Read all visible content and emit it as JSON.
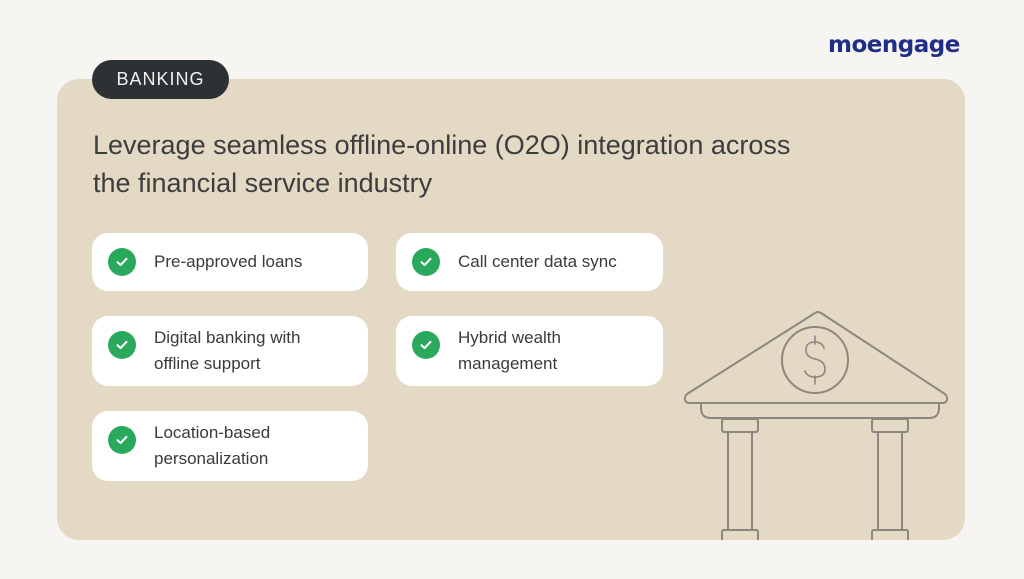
{
  "brand": {
    "logo_text": "moengage",
    "logo_color": "#1f2f86"
  },
  "tag": {
    "label": "BANKING"
  },
  "headline": {
    "text": "Leverage seamless offline-online (O2O) integration across the financial service industry"
  },
  "features": [
    {
      "label": "Pre-approved loans",
      "icon": "check-circle-icon"
    },
    {
      "label": "Call center data sync",
      "icon": "check-circle-icon"
    },
    {
      "label": "Digital banking with offline support",
      "icon": "check-circle-icon"
    },
    {
      "label": "Hybrid wealth management",
      "icon": "check-circle-icon"
    },
    {
      "label": "Location-based personalization",
      "icon": "check-circle-icon"
    }
  ],
  "illustration": {
    "icon": "bank-building-icon",
    "symbol": "$"
  },
  "colors": {
    "page_bg": "#f6f5f1",
    "panel_bg": "#e3d9c5",
    "tag_bg": "#2e3134",
    "check_green": "#2aa85b",
    "line_gray": "#8c877f"
  }
}
